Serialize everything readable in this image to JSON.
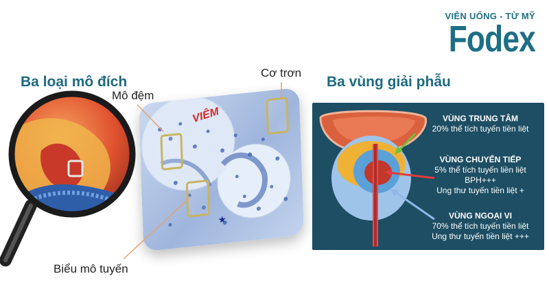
{
  "brand": {
    "tagline": "VIÊN UỐNG - TỪ MỸ",
    "name": "Fodex"
  },
  "left_section": {
    "heading": "Ba loại mô đích",
    "labels": {
      "mo_dem": "Mô đệm",
      "co_tron": "Cơ trơn",
      "bieu_mo": "Biểu mô tuyến",
      "viem": "VIÊM"
    }
  },
  "right_section": {
    "heading": "Ba vùng giải phẫu",
    "zones": [
      {
        "title": "VÙNG TRUNG TÂM",
        "lines": [
          "20% thể tích tuyến tiền liệt"
        ]
      },
      {
        "title": "VÙNG CHUYỂN TIẾP",
        "lines": [
          "5% thể tích tuyến liền liệt",
          "BPH+++",
          "Ung thư tuyến tiền liệt +"
        ]
      },
      {
        "title": "VÙNG NGOẠI VI",
        "lines": [
          "70% thể tích tuyến tiền liệt",
          "Ung thư tuyến tiền liệt +++"
        ]
      }
    ]
  },
  "colors": {
    "brand": "#1d6f86",
    "panel": "#1d4e63",
    "frame": "#c8b462"
  }
}
